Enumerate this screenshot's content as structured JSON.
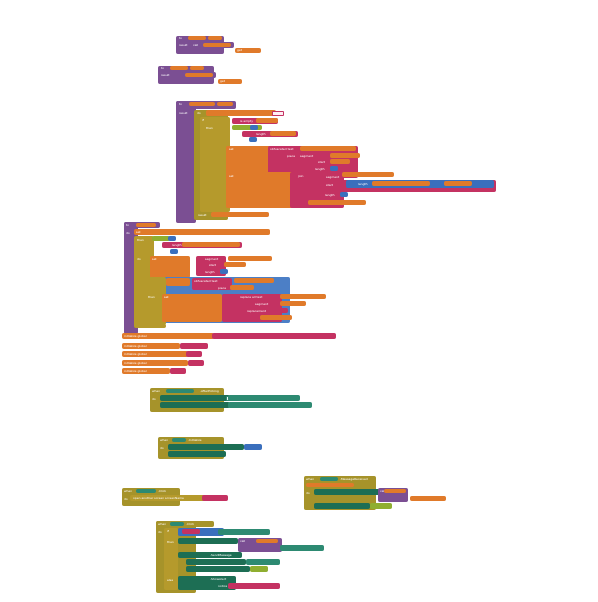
{
  "canvas": {
    "background": "#ffffff"
  },
  "colors": {
    "procedure": "#7b4f93",
    "control": "#a6932a",
    "variable": "#e07a2a",
    "text": "#c43262",
    "math": "#3a6fbd",
    "logic": "#8fae30",
    "component": "#2d8a72"
  },
  "labels": {
    "to": "to",
    "result": "result",
    "call": "call",
    "get": "get",
    "set": "set",
    "do": "do",
    "then": "then",
    "if": "if",
    "else": "else",
    "join": "join",
    "length": "length",
    "start": "start",
    "segment": "segment",
    "text": "text",
    "piece": "piece",
    "replacement": "replacement",
    "initialize_global": "initialize global",
    "when": "when",
    "is_empty": "is empty",
    "obfuscated_text": "obfuscated text",
    "replace_all_text": "replace all text",
    "open_another_screen": "open another screen  screenName",
    "after_picking": ".AfterPicking",
    "initialize_event": ".Initialize",
    "click": ".Click",
    "message_received": ".MessageReceived",
    "show_alert": ".ShowAlert",
    "send_message": ".SendMessage",
    "notice": "notice",
    "true": "true",
    "false": "false",
    "number_msg": "number",
    "message_msg": "message"
  }
}
